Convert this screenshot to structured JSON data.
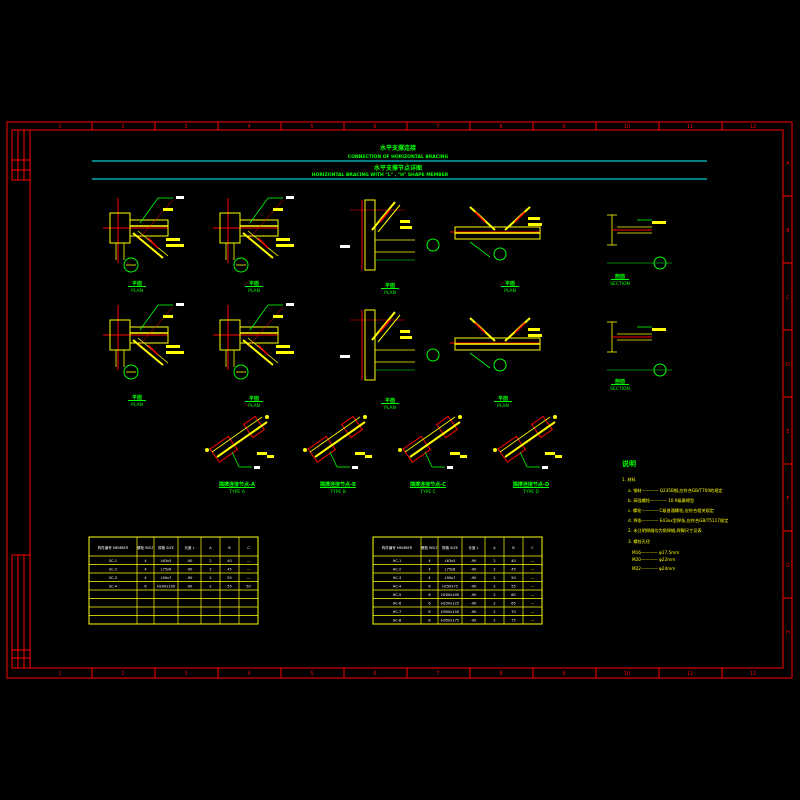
{
  "colors": {
    "border": "#ff0000",
    "green": "#00ff00",
    "yellow": "#ffff00",
    "cyan": "#00ffff",
    "white": "#ffffff",
    "red": "#ff0000"
  },
  "grid": {
    "columns": [
      "1",
      "2",
      "3",
      "4",
      "5",
      "6",
      "7",
      "8",
      "9",
      "10",
      "11",
      "12"
    ],
    "rows": [
      "A",
      "B",
      "C",
      "D",
      "E",
      "F",
      "G",
      "H"
    ]
  },
  "title": {
    "cn1": "水平支撑连接",
    "en1": "CONNECTION OF HORIZONTAL BRACING",
    "cn2": "水平支撑节点详图",
    "en2": "HORIZONTAL BRACING WITH \"L\" , \"H\" SHAPE MEMBER"
  },
  "views": {
    "plan_cn": "平面",
    "plan_en": "PLAN",
    "section_cn": "剖面",
    "section_en": "SECTION",
    "types": [
      {
        "cn": "隅撑连接节点-A",
        "en": "TYPE A"
      },
      {
        "cn": "隅撑连接节点-B",
        "en": "TYPE B"
      },
      {
        "cn": "隅撑连接节点-C",
        "en": "TYPE C"
      },
      {
        "cn": "隅撑连接节点-D",
        "en": "TYPE D"
      }
    ],
    "section_mark": "1"
  },
  "notes": {
    "title": "说明",
    "items": [
      "1. 材料",
      "a. 钢材———— Q235B钢,应符合GB/T700的规定",
      "b. 高强螺栓———— 10.9级摩擦型",
      "c. 螺栓———— C级普通螺栓,应符合相关规定",
      "d. 焊条———— E43xx型焊条,应符合GB/T5117规定",
      "2. 未注明焊缝均为角焊缝,焊脚尺寸见表",
      "3. 螺栓孔径",
      "M16———— φ17.5mm",
      "M20———— φ22mm",
      "M22———— φ24mm"
    ]
  },
  "table_left": {
    "headers": [
      "构件编号 MEMBER",
      "螺栓 BOLT",
      "规格 SIZE",
      "长度 L",
      "A",
      "B",
      "C"
    ],
    "rows": [
      [
        "SC-1",
        "4",
        "L63x5",
        "-90",
        "2",
        "40",
        "—"
      ],
      [
        "SC-2",
        "4",
        "L75x6",
        "-90",
        "2",
        "45",
        "—"
      ],
      [
        "SC-3",
        "4",
        "L90x7",
        "-90",
        "2",
        "50",
        "—"
      ],
      [
        "SC-4",
        "6",
        "H200x100",
        "-90",
        "2",
        "55",
        "50"
      ]
    ]
  },
  "table_right": {
    "headers": [
      "构件编号 MEMBER",
      "螺栓 BOLT",
      "规格 SIZE",
      "长度 L",
      "A",
      "B",
      "C"
    ],
    "rows": [
      [
        "HC-1",
        "4",
        "L63x5",
        "-90",
        "2",
        "40",
        "—"
      ],
      [
        "HC-2",
        "4",
        "L75x6",
        "-90",
        "2",
        "45",
        "—"
      ],
      [
        "HC-3",
        "4",
        "L90x7",
        "-90",
        "2",
        "50",
        "—"
      ],
      [
        "HC-4",
        "6",
        "H150x75",
        "-90",
        "2",
        "55",
        "—"
      ],
      [
        "HC-5",
        "6",
        "H200x100",
        "-90",
        "2",
        "60",
        "—"
      ],
      [
        "HC-6",
        "6",
        "H250x125",
        "-90",
        "2",
        "65",
        "—"
      ],
      [
        "HC-7",
        "8",
        "H300x150",
        "-90",
        "2",
        "70",
        "—"
      ],
      [
        "HC-8",
        "8",
        "H350x175",
        "-90",
        "2",
        "75",
        "—"
      ]
    ]
  }
}
